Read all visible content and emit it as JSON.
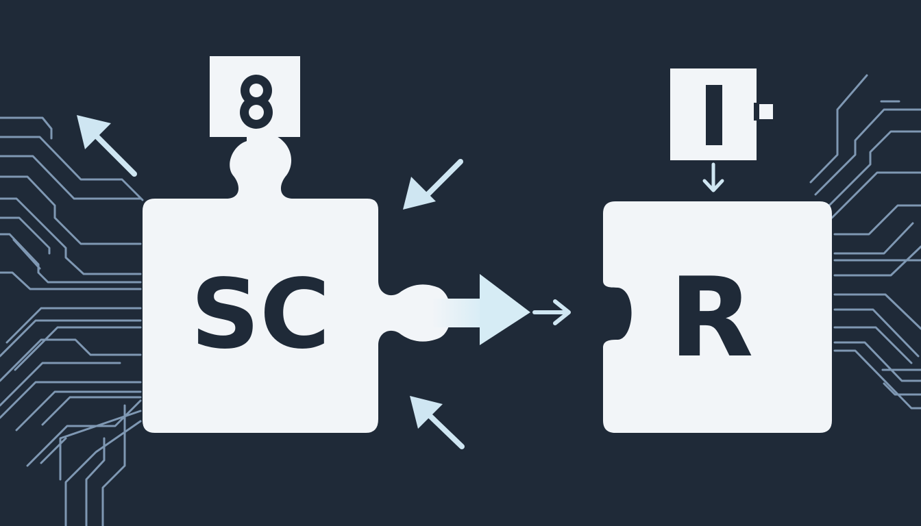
{
  "diagram": {
    "left_piece": {
      "label": "SC"
    },
    "right_piece": {
      "label": "R"
    },
    "top_left_block": {
      "label": "8"
    },
    "top_right_block": {
      "label": ""
    }
  },
  "colors": {
    "background": "#1f2a38",
    "piece_fill": "#f2f5f8",
    "circuit_lines": "#7f98b3",
    "arrow": "#cfe6f2",
    "text": "#1f2a38"
  },
  "icons": [
    "puzzle-piece",
    "connector-arrow",
    "circuit-traces",
    "lock-block"
  ]
}
